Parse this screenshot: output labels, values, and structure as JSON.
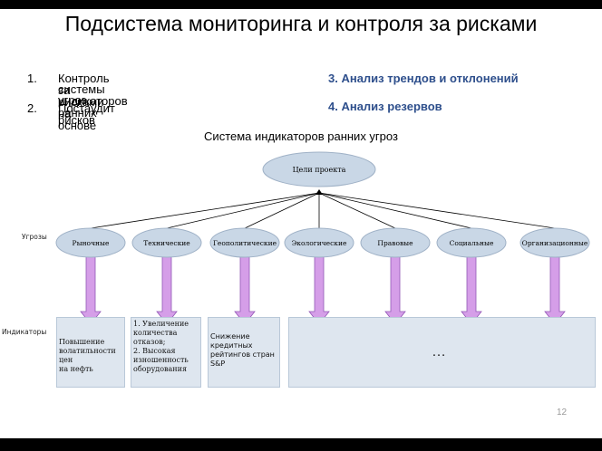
{
  "slide": {
    "title": "Подсистема мониторинга и контроля за рисками",
    "list": [
      {
        "num": "1.",
        "text_lines": [
          "Контроль за рисками на основе",
          "системы индикаторов ранних",
          "угроз"
        ]
      },
      {
        "num": "2.",
        "text_lines": [
          "Постаудит рисков"
        ]
      }
    ],
    "right_items": [
      "3. Анализ трендов и отклонений",
      "4. Анализ резервов"
    ],
    "page_number": "12"
  },
  "diagram": {
    "title": "Система индикаторов ранних угроз",
    "root": "Цели проекта",
    "threats_label": "Угрозы",
    "indicators_label": "Индикаторы",
    "threats": [
      "Рыночные",
      "Технические",
      "Геополитические",
      "Экологические",
      "Правовые",
      "Социальные",
      "Организационные"
    ],
    "indicators": [
      {
        "lines": [
          "Повышение",
          "волатильности цен",
          "на нефть"
        ]
      },
      {
        "lines": [
          "1. Увеличение",
          "количества",
          "отказов;",
          "2. Высокая",
          "изношенность",
          "оборудования"
        ]
      },
      {
        "lines": [
          "Снижение",
          "кредитных",
          "рейтингов стран",
          "S&P"
        ]
      }
    ],
    "ellipsis": "…",
    "colors": {
      "node_fill": "#c9d7e6",
      "node_stroke": "#9fb1c6",
      "arrow_fill": "#d59ee8",
      "arrow_stroke": "#9257b5",
      "indicator_fill": "#dee6ef",
      "accent_text": "#2e4f8c"
    }
  }
}
